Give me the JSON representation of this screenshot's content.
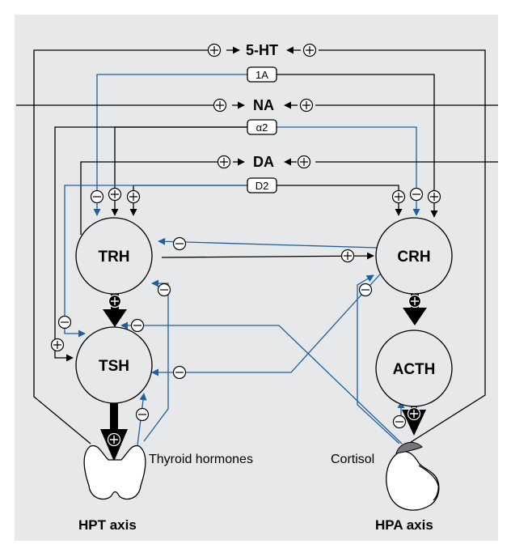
{
  "colors": {
    "background": "#e7e8e9",
    "stimulatory": "#000000",
    "inhibitory": "#1f5f9f",
    "node_fill": "#e7e8e9"
  },
  "symbols": {
    "plus": "⊕",
    "minus": "⊖"
  },
  "neurotransmitters": {
    "serotonin": "5-HT",
    "noradrenaline": "NA",
    "dopamine": "DA"
  },
  "receptors": {
    "serotonin": "1A",
    "noradrenaline": "α2",
    "dopamine": "D2"
  },
  "nodes": {
    "trh": "TRH",
    "tsh": "TSH",
    "crh": "CRH",
    "acth": "ACTH"
  },
  "labels": {
    "thyroid_hormones": "Thyroid hormones",
    "cortisol": "Cortisol"
  },
  "axes": {
    "hpt": "HPT axis",
    "hpa": "HPA axis"
  }
}
